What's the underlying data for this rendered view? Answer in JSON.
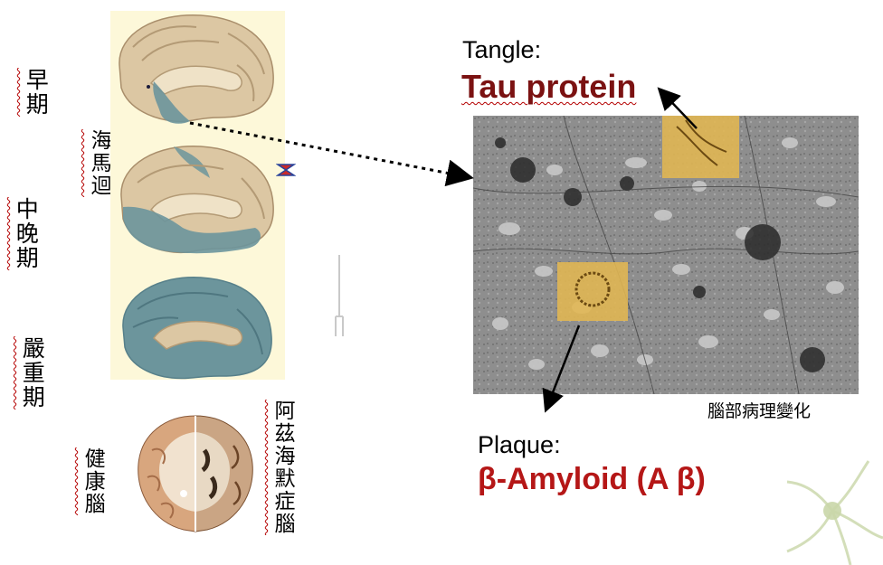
{
  "stages": {
    "early": "早期",
    "middle_late": "中晚期",
    "severe": "嚴重期"
  },
  "hippocampus_label": "海馬迴",
  "healthy_brain_label": "健康腦",
  "ad_brain_label": "阿茲海默症腦",
  "tangle": {
    "heading": "Tangle:",
    "name": "Tau protein"
  },
  "plaque": {
    "heading": "Plaque:",
    "name": "β-Amyloid (A β)"
  },
  "micrograph_caption": "腦部病理變化",
  "colors": {
    "brain_tissue": "#dcc7a3",
    "affected_region": "#6c959c",
    "panel_background": "#fdf8d9",
    "tau_text": "#7b1212",
    "amyloid_text": "#b51717",
    "highlight_box": "#e3b752"
  }
}
